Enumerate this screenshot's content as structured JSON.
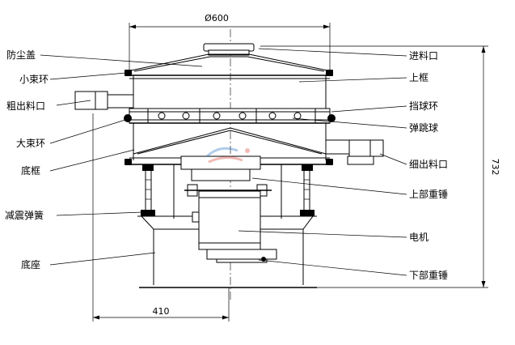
{
  "dimensions": {
    "top_diameter": "Ø600",
    "base_width": "410",
    "total_height": "732"
  },
  "labels_left": {
    "dust_cover": "防尘盖",
    "small_clamp_ring": "小束环",
    "coarse_outlet": "粗出料口",
    "large_clamp_ring": "大束环",
    "bottom_frame": "底框",
    "damping_spring": "减震弹簧",
    "base": "底座"
  },
  "labels_right": {
    "inlet": "进料口",
    "upper_frame": "上框",
    "ball_retaining_ring": "挡球环",
    "bouncing_ball": "弹跳球",
    "fine_outlet": "细出料口",
    "upper_weight": "上部重锤",
    "motor": "电机",
    "lower_weight": "下部重锤"
  },
  "colors": {
    "line": "#000000",
    "background": "#ffffff",
    "watermark_blue": "#1f6fc4",
    "watermark_red": "#d93a2b"
  }
}
